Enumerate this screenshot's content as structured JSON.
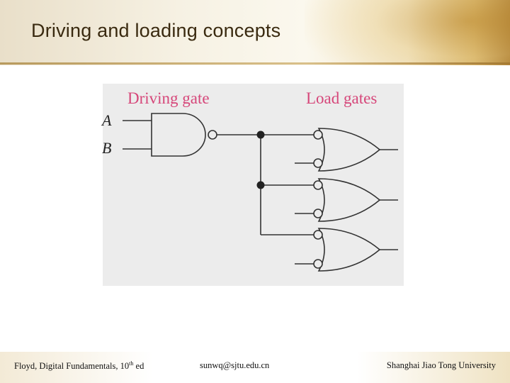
{
  "slide": {
    "title": "Driving and loading concepts"
  },
  "diagram": {
    "driving_label": "Driving gate",
    "load_label": "Load gates",
    "input_a": "A",
    "input_b": "B",
    "colors": {
      "label": "#d6477a",
      "gate_fill": "#ececec",
      "stroke": "#333333"
    }
  },
  "footer": {
    "left_prefix": "Floyd, Digital Fundamentals, 10",
    "left_sup": "th",
    "left_suffix": " ed",
    "middle": "sunwq@sjtu.edu.cn",
    "right": "Shanghai Jiao Tong University"
  }
}
